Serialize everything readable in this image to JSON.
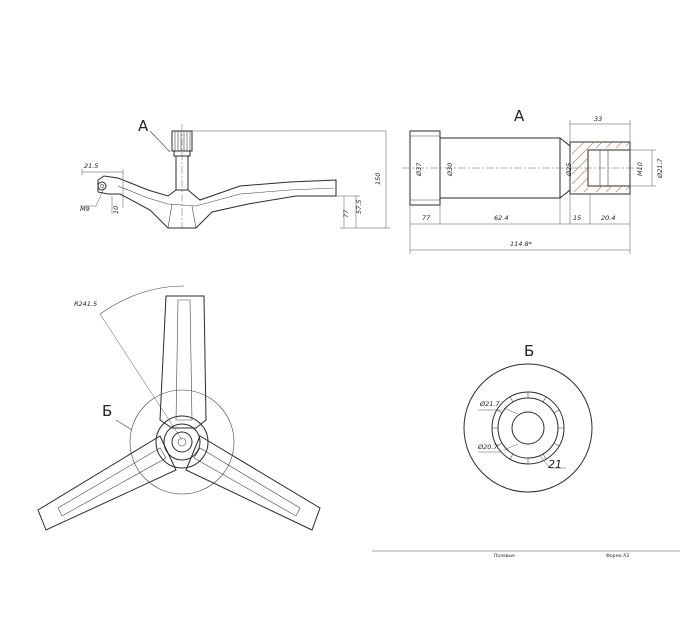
{
  "views": {
    "side": {
      "view_letter": "А",
      "dims": {
        "d215": "21.5",
        "dM9": "М9",
        "d10": "10",
        "d150": "150",
        "d77": "77",
        "d575": "57.5"
      }
    },
    "shaft": {
      "view_letter": "А",
      "dims": {
        "d33": "33",
        "phi37": "Ø37",
        "phi30": "Ø30",
        "phi25": "Ø25",
        "m10": "М10",
        "phi217": "Ø21.7",
        "d77": "77",
        "d624": "62.4",
        "d15": "15",
        "d204": "20.4",
        "total": "114.8*"
      }
    },
    "top": {
      "radius_label": "R241.5",
      "callout_letter": "Б"
    },
    "detail": {
      "title": "Б",
      "dims": {
        "phi217": "Ø21.7",
        "phi207": "Ø20.7",
        "count": "21"
      }
    }
  },
  "title_block": {
    "left_caption": "Полевые",
    "right_caption": "Форма   А3"
  }
}
